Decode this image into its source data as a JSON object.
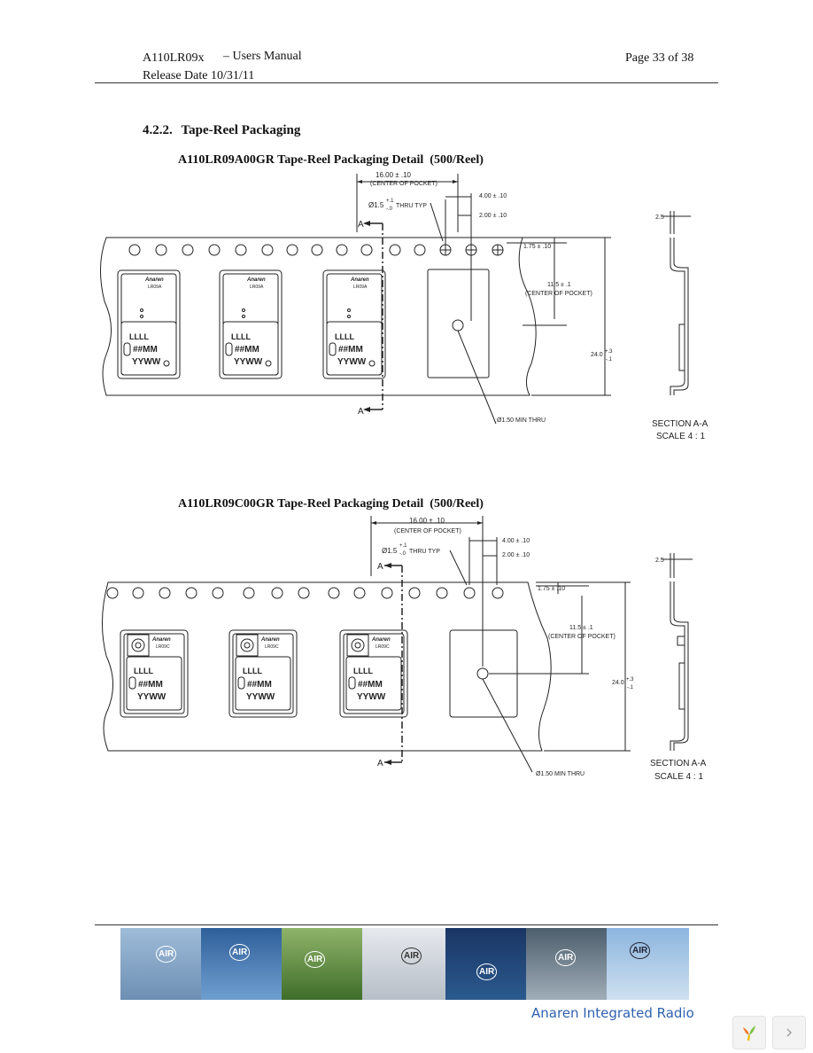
{
  "header": {
    "model": "A110LR09x",
    "doc_title": "– Users Manual",
    "release": "Release Date 10/31/11",
    "page": "Page 33 of 38"
  },
  "section": {
    "number": "4.2.2.",
    "title": "Tape-Reel Packaging"
  },
  "figures": [
    {
      "caption": "A110LR09A00GR Tape-Reel Packaging Detail  (500/Reel)",
      "module_brand": "Anaren",
      "module_part": "LR09A",
      "marking": [
        "LLLL",
        "##MM",
        "YYWW"
      ],
      "dims": {
        "pitch": "16.00 ± .10",
        "pitch_note": "(CENTER OF POCKET)",
        "hole_dia": "Ø1.5",
        "hole_tol_plus": "+.1",
        "hole_tol_minus": "-.0",
        "hole_note": "THRU TYP",
        "d400": "4.00 ± .10",
        "d200": "2.00 ± .10",
        "d175": "1.75 ± .10",
        "d115": "11.5 ± .1",
        "d115_note": "(CENTER OF POCKET)",
        "width": "24.0",
        "width_plus": "+.3",
        "width_minus": "-.1",
        "min_thru": "Ø1.50 MIN THRU",
        "thick": "2.5",
        "section_label": "A",
        "section_title": "SECTION A-A",
        "section_scale": "SCALE 4 : 1"
      }
    },
    {
      "caption": "A110LR09C00GR Tape-Reel Packaging Detail  (500/Reel)",
      "module_brand": "Anaren",
      "module_part": "LR09C",
      "marking": [
        "LLLL",
        "##MM",
        "YYWW"
      ],
      "dims": {
        "pitch": "16.00 ± .10",
        "pitch_note": "(CENTER OF POCKET)",
        "hole_dia": "Ø1.5",
        "hole_tol_plus": "+.1",
        "hole_tol_minus": "-.0",
        "hole_note": "THRU TYP",
        "d400": "4.00 ± .10",
        "d200": "2.00 ± .10",
        "d175": "1.75 ± .10",
        "d115": "11.5 ± .1",
        "d115_note": "(CENTER OF POCKET)",
        "width": "24.0",
        "width_plus": "+.3",
        "width_minus": "-.1",
        "min_thru": "Ø1.50 MIN THRU",
        "thick": "2.5",
        "section_label": "A",
        "section_title": "SECTION A-A",
        "section_scale": "SCALE 4 : 1"
      }
    }
  ],
  "footer": {
    "badge_text": "AIR",
    "brand_line": "Anaren Integrated Radio",
    "panel_colors": [
      "#8aa9c9",
      "#3d6fa6",
      "#5c8a3a",
      "#c7ccd3",
      "#223d6b",
      "#6a7a87",
      "#7fa8d4"
    ]
  },
  "viewer": {
    "logo_icon": "viewer-logo-icon",
    "next_icon": "chevron-right-icon"
  }
}
